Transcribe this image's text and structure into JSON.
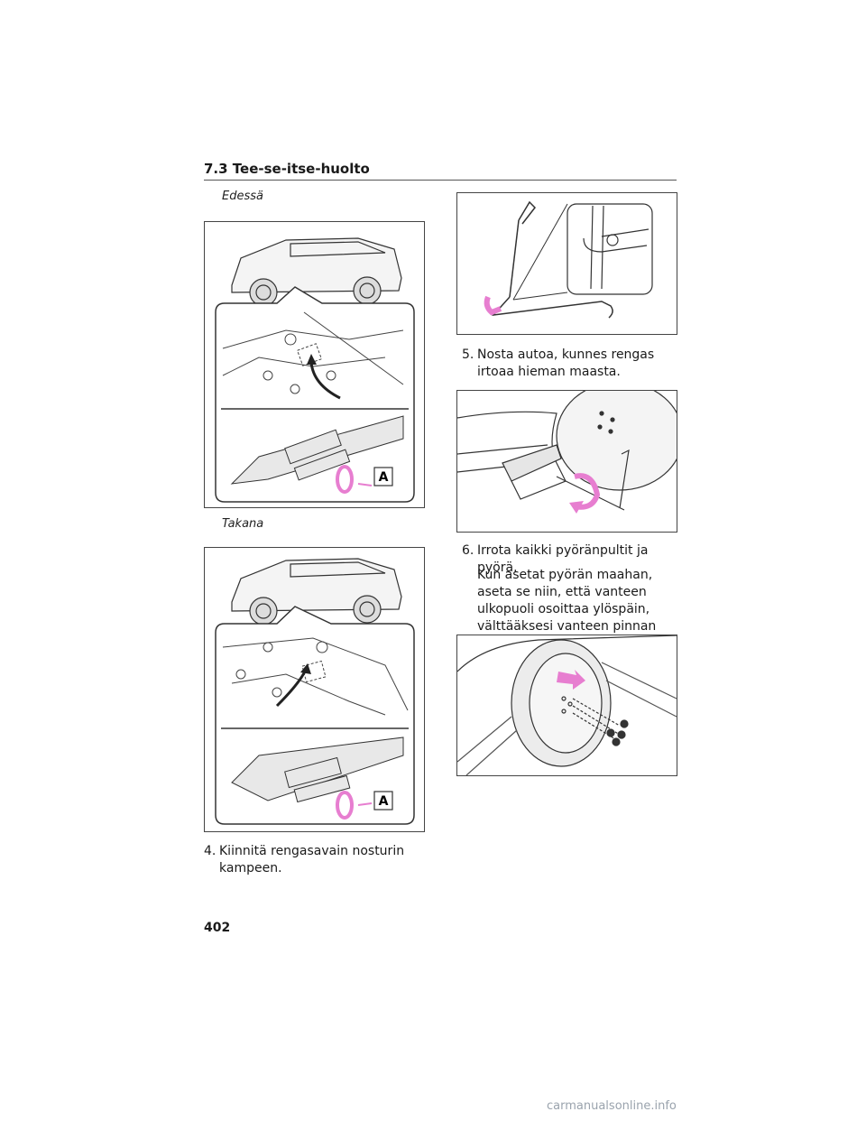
{
  "header": {
    "section": "7.3 Tee-se-itse-huolto"
  },
  "figures": {
    "front_caption": "Edessä",
    "rear_caption": "Takana",
    "label_a": "A"
  },
  "steps": [
    {
      "number": "4.",
      "text": "Kiinnitä rengasavain nosturin kampeen."
    },
    {
      "number": "5.",
      "text": "Nosta autoa, kunnes rengas irtoaa hieman maasta."
    },
    {
      "number": "6.",
      "text": "Irrota kaikki pyöränpultit ja pyörä."
    }
  ],
  "step6_note": "Kun asetat pyörän maahan, aseta se niin, että vanteen ulkopuoli osoittaa ylöspäin, välttääksesi vanteen pinnan naarmuuntumisen.",
  "page_number": "402",
  "watermark": "carmanualsonline.info",
  "colors": {
    "accent_pink": "#e77ed0",
    "line": "#333333"
  }
}
